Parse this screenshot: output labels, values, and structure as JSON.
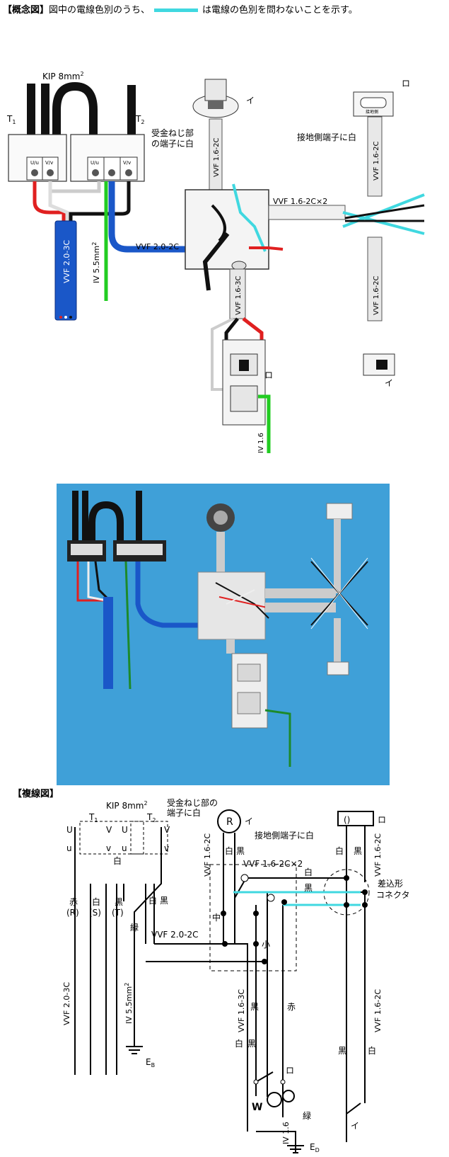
{
  "header": {
    "title": "【概念図】",
    "text_before": "図中の電線色別のうち、",
    "text_after": "は電線の色別を問わないことを示す。"
  },
  "colors": {
    "any_color_wire": "#40d8e0",
    "red_wire": "#e02020",
    "white_wire": "#dddddd",
    "black_wire": "#111111",
    "green_wire": "#22cc22",
    "vvf_blue": "#1a57c8",
    "photo_bg": "#3fa0d8"
  },
  "concept": {
    "kip": "KIP 8mm",
    "kip_sup": "2",
    "t1": "T",
    "t1_sub": "1",
    "t2": "T",
    "t2_sub": "2",
    "u_label": "U/u",
    "v_label": "V/v",
    "vvf_20_3c": "VVF 2.0-3C",
    "iv_55": "IV 5.5mm",
    "iv_55_sup": "2",
    "vvf_20_2c": "VVF 2.0-2C",
    "lamp_note_1": "受金ねじ部",
    "lamp_note_2": "の端子に白",
    "lamp_i": "イ",
    "vvf_16_2c_top": "VVF 1.6-2C",
    "vvf_16_2c_x2": "VVF 1.6-2C×2",
    "ground_note": "接地側端子に白",
    "lamp_ro": "ロ",
    "vvf_16_2c_right_top": "VVF 1.6-2C",
    "vvf_16_2c_right_bottom": "VVF 1.6-2C",
    "vvf_16_3c": "VVF 1.6-3C",
    "switch_ro": "ロ",
    "switch_i": "イ",
    "iv_16": "IV 1.6",
    "ground_side": "接地側"
  },
  "multiline": {
    "title": "【複線図】",
    "kip": "KIP 8mm",
    "kip_sup": "2",
    "t1": "T",
    "t1_sub": "1",
    "t2": "T",
    "t2_sub": "2",
    "lamp_note_1": "受金ねじ部の",
    "lamp_note_2": "端子に白",
    "r_symbol": "R",
    "i_label": "イ",
    "ground_note": "接地側端子に白",
    "ro_label": "ロ",
    "vvf_16_2c_left": "VVF 1.6-2C",
    "vvf_16_2c_right": "VVF 1.6-2C",
    "vvf_16_2c_x2": "VVF 1.6-2C×2",
    "connector_1": "差込形",
    "connector_2": "コネクタ",
    "shiro": "白",
    "kuro": "黒",
    "aka": "赤",
    "chu": "中",
    "sho": "小",
    "U": "U",
    "u": "u",
    "V": "V",
    "v": "v",
    "red_r": "赤\n(R)",
    "white_s": "白\n(S)",
    "black_t": "黒\n(T)",
    "red": "赤",
    "r_paren": "(R)",
    "white": "白",
    "s_paren": "(S)",
    "black": "黒",
    "t_paren": "(T)",
    "midori": "緑",
    "vvf_20_3c": "VVF 2.0-3C",
    "iv_55": "IV 5.5mm",
    "iv_55_sup": "2",
    "vvf_20_2c": "VVF 2.0-2C",
    "vvf_16_3c": "VVF 1.6-3C",
    "vvf_16_2c_bottom": "VVF 1.6-2C",
    "w_label": "W",
    "iv_16": "IV 1.6",
    "eb": "E",
    "eb_sub": "B",
    "ed": "E",
    "ed_sub": "D",
    "switch_ro": "ロ",
    "switch_i": "イ"
  }
}
